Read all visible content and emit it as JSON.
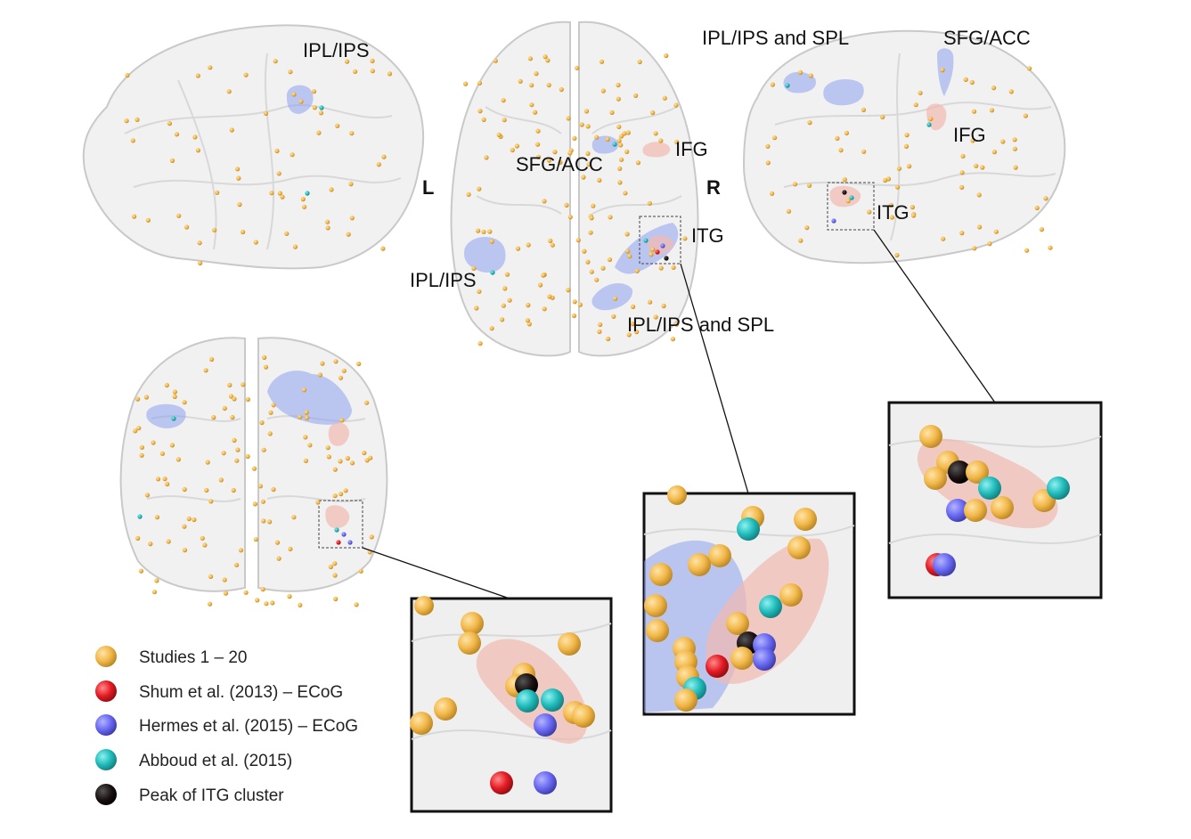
{
  "sides": {
    "left": "L",
    "right": "R"
  },
  "labels": {
    "lat_left_iplips": "IPL/IPS",
    "axial_sfgacc": "SFG/ACC",
    "axial_ifg": "IFG",
    "axial_itg": "ITG",
    "axial_iplips": "IPL/IPS",
    "axial_iplips_spl": "IPL/IPS and SPL",
    "lat_right_iplips_spl": "IPL/IPS and SPL",
    "lat_right_sfgacc": "SFG/ACC",
    "lat_right_ifg": "IFG",
    "lat_right_itg": "ITG"
  },
  "legend": [
    {
      "label": "Studies 1 – 20",
      "color": "#f7b733"
    },
    {
      "label": "Shum et al. (2013) – ECoG",
      "color": "#ee1c24"
    },
    {
      "label": "Hermes et al. (2015) – ECoG",
      "color": "#6a6af2"
    },
    {
      "label": "Abboud et al. (2015)",
      "color": "#2ec4c4"
    },
    {
      "label": "Peak of ITG cluster",
      "color": "#111111"
    }
  ],
  "colors": {
    "studies": "#f7b733",
    "studies_small": "#e8c688",
    "shum": "#ee1c24",
    "hermes": "#6a6af2",
    "abboud": "#2ec4c4",
    "peak": "#111111",
    "cluster_blue": "#8ea2ee",
    "cluster_red": "#f2b9b0"
  }
}
